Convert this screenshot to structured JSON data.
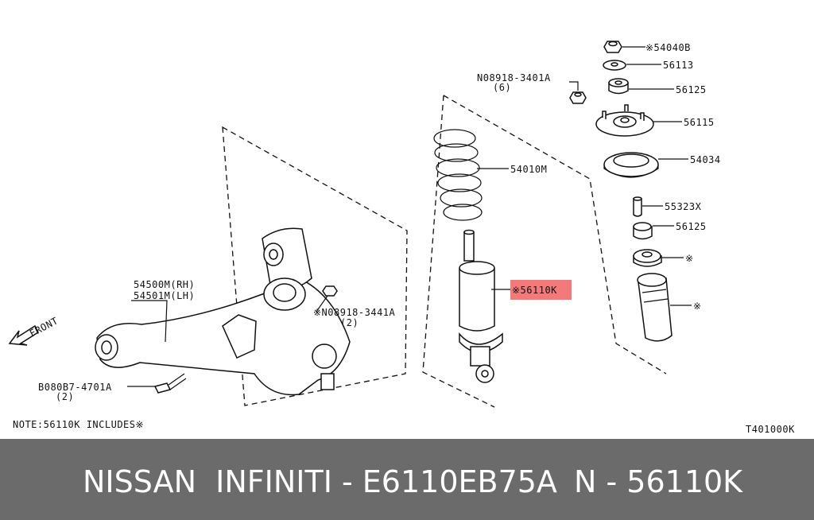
{
  "labels": {
    "p54040b": "※54040B",
    "p56113": "56113",
    "p08918_3401a": "N08918-3401A",
    "p08918_3401a_qty": "(6)",
    "p56125_top": "56125",
    "p56115": "56115",
    "p54034": "54034",
    "p54010m": "54010M",
    "p55323x": "55323X",
    "p56125_bot": "56125",
    "star_bumper": "※",
    "p56110k": "※56110K",
    "star_boot": "※",
    "p54500m": "54500M(RH)",
    "p54501m": "54501M(LH)",
    "p08918_3441a": "※N08918-3441A",
    "p08918_3441a_qty": "(2)",
    "front": "FRONT",
    "p080b7": "B080B7-4701A",
    "p080b7_qty": "(2)",
    "note": "NOTE:56110K INCLUDES※",
    "figure_code": "T401000K"
  },
  "colors": {
    "highlight": "#f47a7a",
    "footer_bg": "#6b6b6b"
  },
  "footer": {
    "brand": "NISSAN  INFINITI - E6110EB75A",
    "part": "N - 56110K"
  }
}
